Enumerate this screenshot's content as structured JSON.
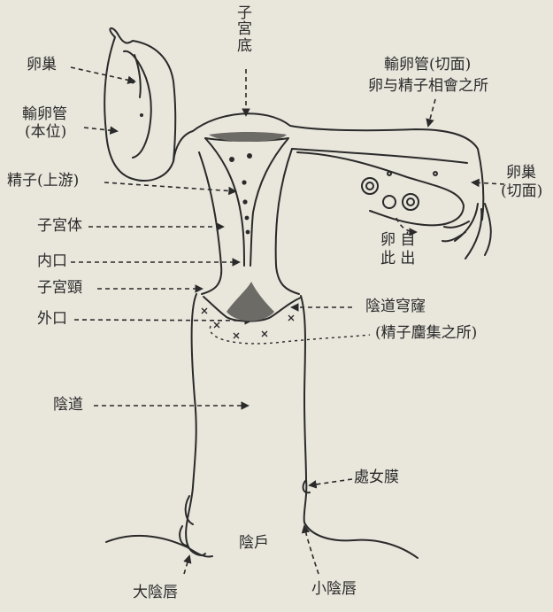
{
  "labels": {
    "ovary_left": "卵巢",
    "tube_left_l1": "輸卵管",
    "tube_left_l2": "(本位)",
    "fundus_l1": "子",
    "fundus_l2": "宮",
    "fundus_l3": "底",
    "tube_right_l1": "輸卵管(切面)",
    "tube_right_l2": "卵与精子相會之所",
    "sperm": "精子(上游)",
    "ovary_right_l1": "卵巢",
    "ovary_right_l2": "(切面)",
    "uterus_body": "子宮体",
    "egg_out_l1": "卵  自",
    "egg_out_l2": "此  出",
    "internal_os": "内口",
    "cervix": "子宮頸",
    "fornix": "陰道穹窿",
    "external_os": "外口",
    "sperm_pool": "(精子麕集之所)",
    "vagina": "陰道",
    "hymen": "處女膜",
    "vaginal_opening": "陰戶",
    "labia_major": "大陰唇",
    "labia_minor": "小陰唇"
  },
  "colors": {
    "paper": "#e9e6dc",
    "ink": "#2a2a2a",
    "cervix_fill": "#6c6b66"
  }
}
